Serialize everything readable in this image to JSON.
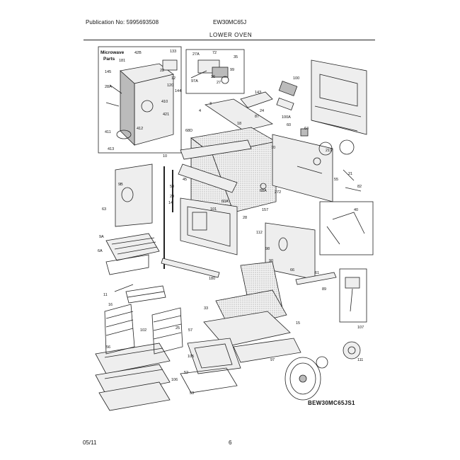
{
  "header": {
    "publication": "Publication No: 5995693508",
    "model": "EW30MC65J",
    "section": "LOWER OVEN"
  },
  "inset": {
    "title_line1": "Microwave",
    "title_line2": "Parts"
  },
  "figure_ref": "BEW30MC65JS1",
  "footer": {
    "date": "05/11",
    "page": "6"
  },
  "part_labels": [
    "42B",
    "181",
    "133",
    "145",
    "28A",
    "12",
    "120",
    "410",
    "421",
    "411",
    "412",
    "413",
    "144",
    "22",
    "27A",
    "72",
    "35",
    "99",
    "36",
    "27",
    "97A",
    "143",
    "100",
    "100A",
    "4",
    "3",
    "87",
    "68D",
    "24",
    "18",
    "60",
    "219",
    "21",
    "64",
    "82",
    "10",
    "9B",
    "70",
    "68A",
    "272",
    "50",
    "29",
    "14",
    "45",
    "60A",
    "101",
    "28",
    "157",
    "112",
    "63",
    "9A",
    "6A",
    "98",
    "90",
    "66",
    "61",
    "55",
    "40",
    "89",
    "180",
    "33",
    "15",
    "16",
    "11",
    "102",
    "25",
    "57",
    "56",
    "105",
    "52",
    "53",
    "106",
    "97",
    "107",
    "111"
  ]
}
